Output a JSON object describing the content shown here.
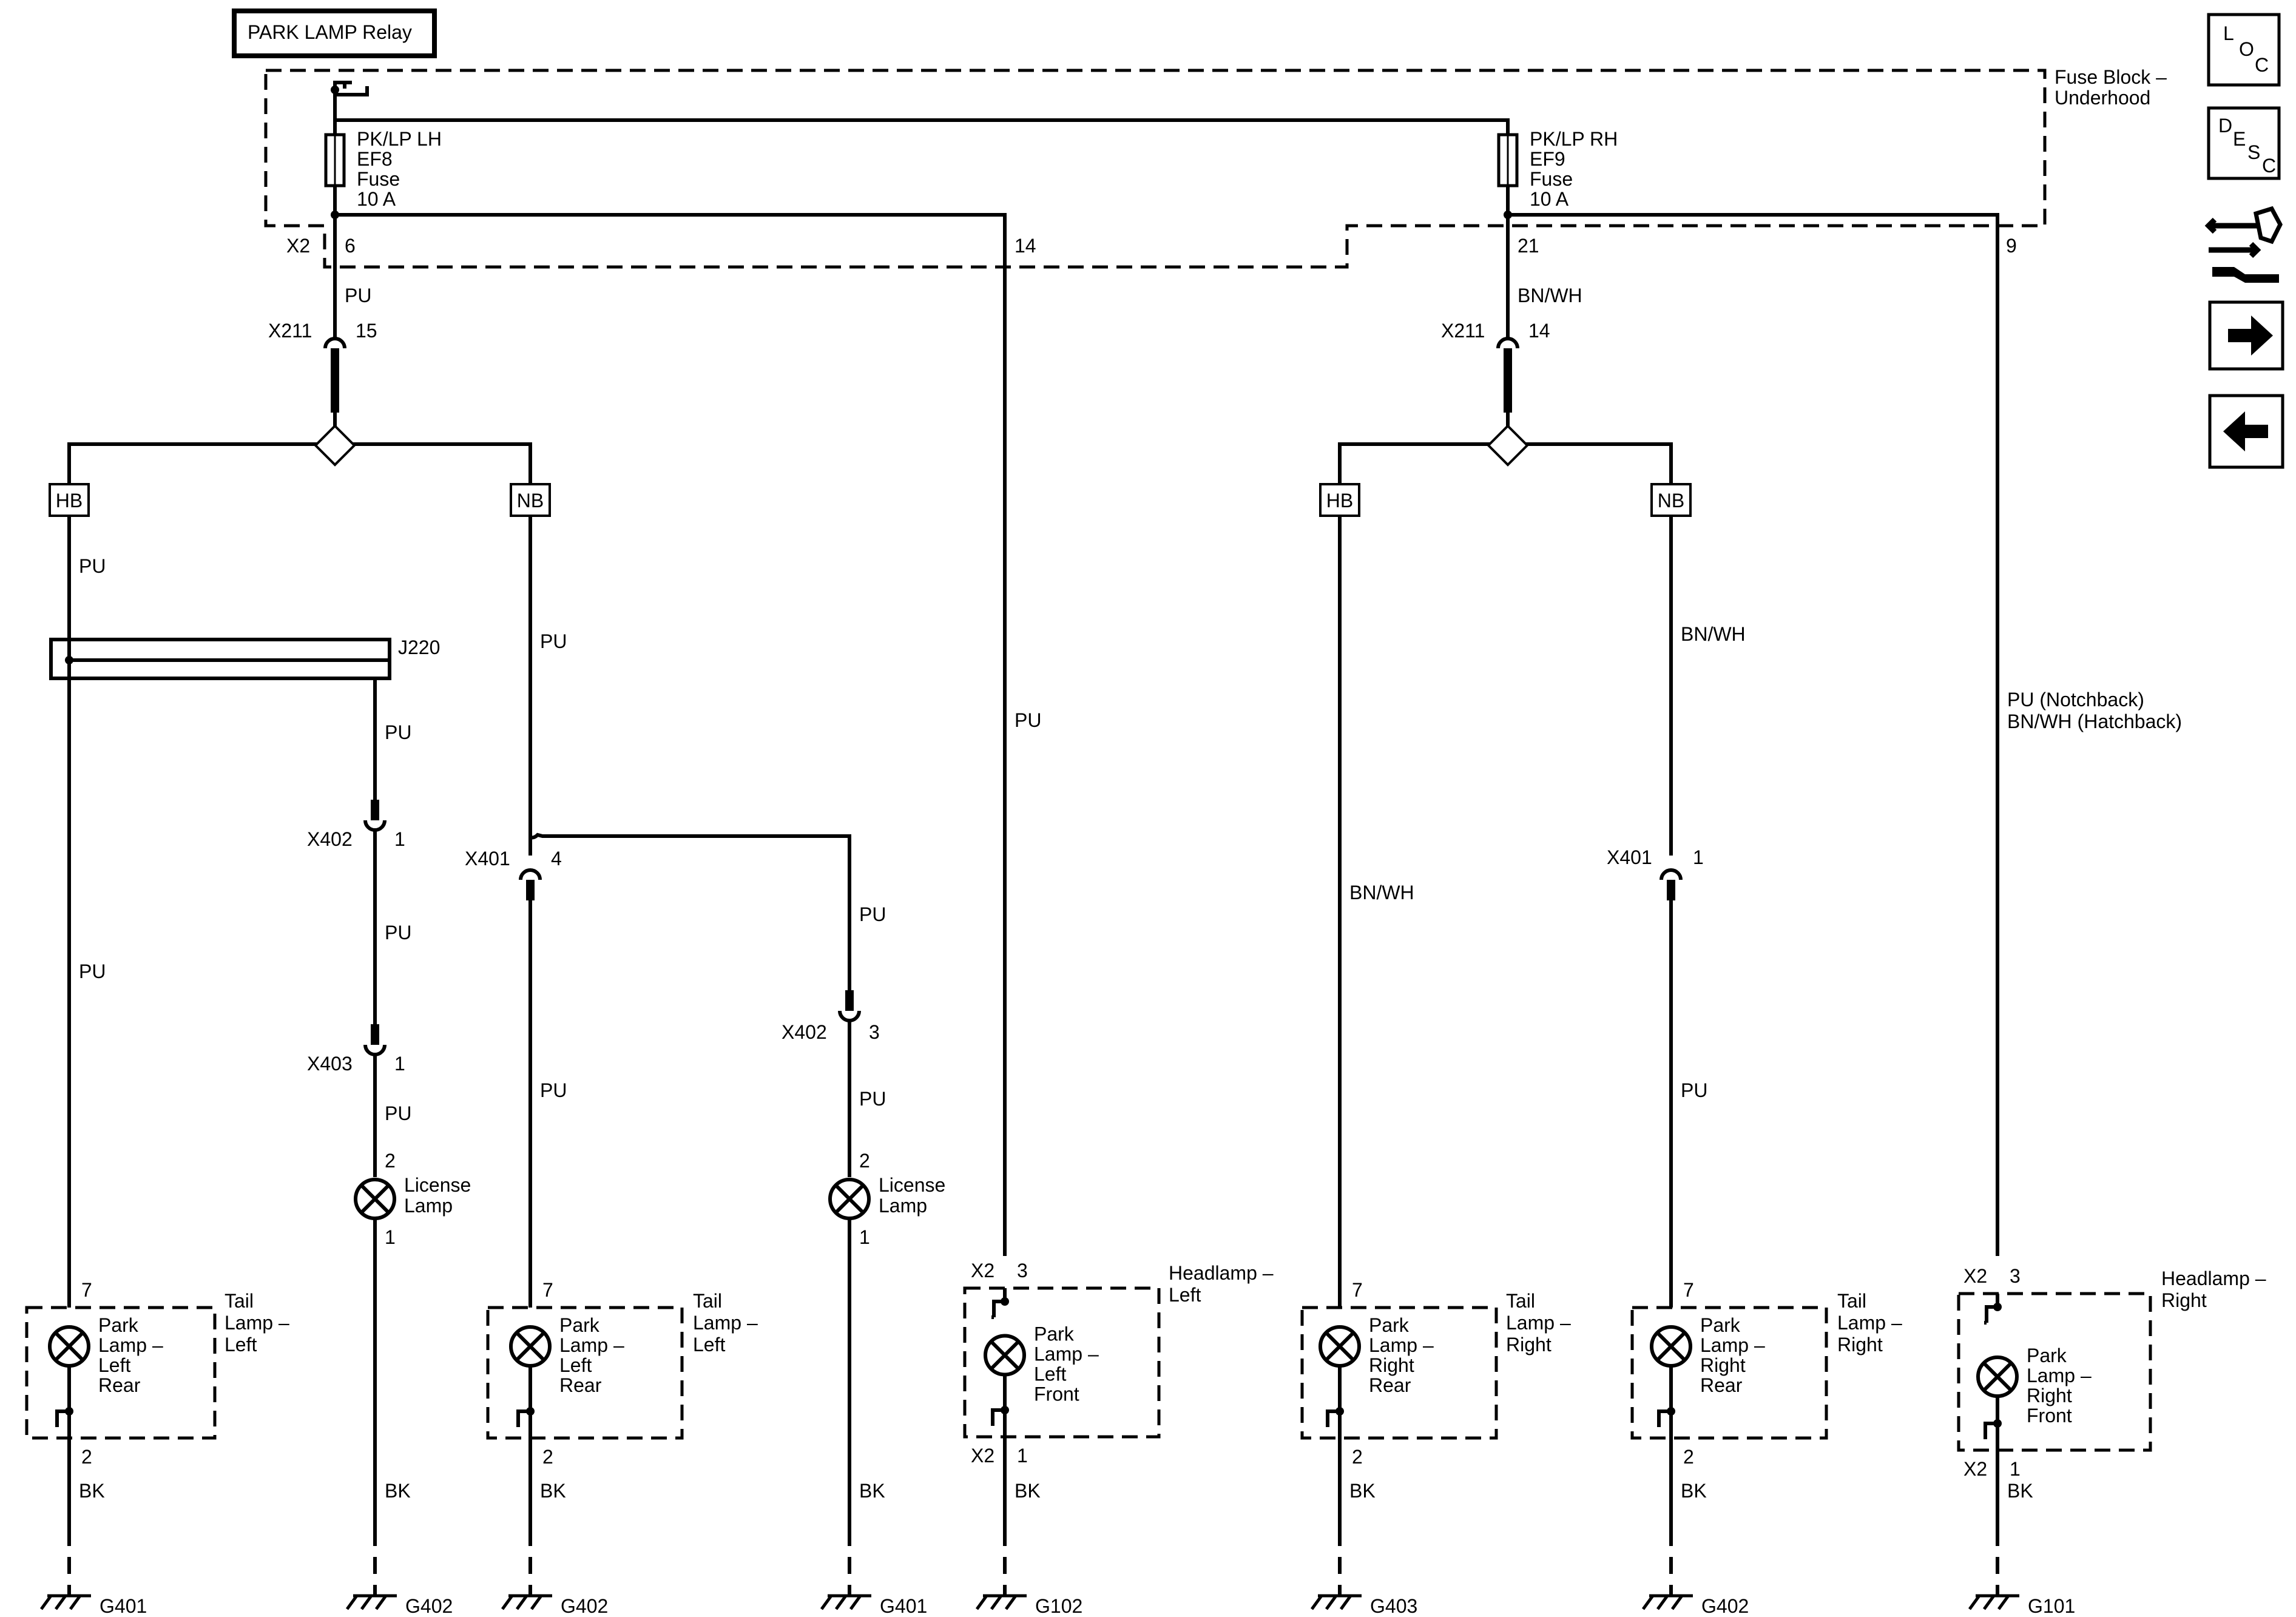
{
  "title": "PARK LAMP Relay",
  "fuse_block": {
    "line1": "Fuse Block –",
    "line2": "Underhood"
  },
  "fuses": {
    "left": {
      "name": "PK/LP LH",
      "id": "EF8",
      "kind": "Fuse",
      "rating": "10 A"
    },
    "right": {
      "name": "PK/LP RH",
      "id": "EF9",
      "kind": "Fuse",
      "rating": "10 A"
    }
  },
  "pins": {
    "x2": "X2",
    "p6": "6",
    "p14": "14",
    "p21": "21",
    "p9": "9"
  },
  "connectors": {
    "x211_left": {
      "name": "X211",
      "pin": "15"
    },
    "x211_right": {
      "name": "X211",
      "pin": "14"
    },
    "x402_a": {
      "name": "X402",
      "pin": "1"
    },
    "x403": {
      "name": "X403",
      "pin": "1"
    },
    "x401_left": {
      "name": "X401",
      "pin": "4"
    },
    "x402_b": {
      "name": "X402",
      "pin": "3"
    },
    "x401_right": {
      "name": "X401",
      "pin": "1"
    }
  },
  "tags": {
    "hb": "HB",
    "nb": "NB"
  },
  "splice": "J220",
  "wires": {
    "pu": "PU",
    "bnwh": "BN/WH",
    "bk": "BK",
    "notch": "PU (Notchback)",
    "hatch": "BN/WH (Hatchback)"
  },
  "license": {
    "line1": "License",
    "line2": "Lamp",
    "pin_top": "2",
    "pin_bottom": "1"
  },
  "components": {
    "c1": {
      "lamp": [
        "Park",
        "Lamp –",
        "Left",
        "Rear"
      ],
      "name": [
        "Tail",
        "Lamp –",
        "Left"
      ],
      "pin_top": "7",
      "pin_bottom": "2"
    },
    "c2": {
      "lamp": [
        "Park",
        "Lamp –",
        "Left",
        "Rear"
      ],
      "name": [
        "Tail",
        "Lamp –",
        "Left"
      ],
      "pin_top": "7",
      "pin_bottom": "2"
    },
    "c3": {
      "lamp": [
        "Park",
        "Lamp –",
        "Left",
        "Front"
      ],
      "name": [
        "Headlamp –",
        "Left"
      ],
      "conn_top": "X2",
      "pin_top": "3",
      "conn_bottom": "X2",
      "pin_bottom": "1"
    },
    "c4": {
      "lamp": [
        "Park",
        "Lamp –",
        "Right",
        "Rear"
      ],
      "name": [
        "Tail",
        "Lamp –",
        "Right"
      ],
      "pin_top": "7",
      "pin_bottom": "2"
    },
    "c5": {
      "lamp": [
        "Park",
        "Lamp –",
        "Right",
        "Rear"
      ],
      "name": [
        "Tail",
        "Lamp –",
        "Right"
      ],
      "pin_top": "7",
      "pin_bottom": "2"
    },
    "c6": {
      "lamp": [
        "Park",
        "Lamp –",
        "Right",
        "Front"
      ],
      "name": [
        "Headlamp –",
        "Right"
      ],
      "conn_top": "X2",
      "pin_top": "3",
      "conn_bottom": "X2",
      "pin_bottom": "1"
    }
  },
  "grounds": [
    "G401",
    "G402",
    "G402",
    "G401",
    "G102",
    "G403",
    "G402",
    "G101"
  ],
  "nav": {
    "loc": [
      "L",
      "O",
      "C"
    ],
    "desc": [
      "D",
      "E",
      "S",
      "C"
    ],
    "icons": [
      "connector-tools-icon",
      "arrow-right-icon",
      "arrow-left-icon"
    ]
  }
}
